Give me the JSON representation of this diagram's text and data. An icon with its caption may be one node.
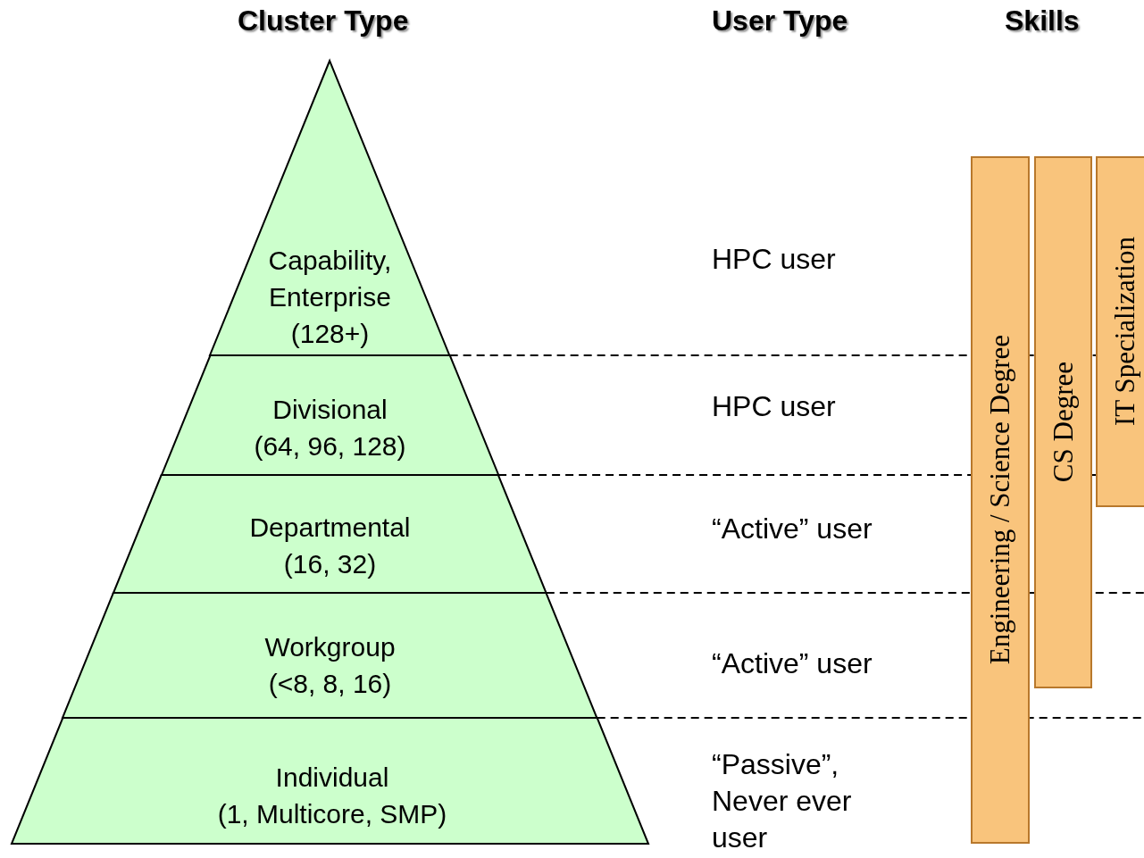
{
  "diagram": {
    "nodes": [
      {
        "text": [
          "Capability, Enterprise",
          "(128+)"
        ]
      },
      {
        "text": [
          "Divisional",
          "(64, 96, 128)"
        ]
      },
      {
        "text": [
          "Departmental",
          "(16, 32)"
        ]
      },
      {
        "text": [
          "Workgroup",
          "(<8, 8, 16)"
        ]
      },
      {
        "text": [
          "Individual",
          "(1, Multicore, SMP)"
        ]
      },
      {
        "text": [
          "Engineering / Science Degree"
        ]
      },
      {
        "text": [
          "CS Degree"
        ]
      },
      {
        "text": [
          "IT Specialization"
        ]
      }
    ],
    "labels": [
      "Cluster Type",
      "User Type",
      "Skills",
      "HPC user",
      "HPC user",
      "“Active” user",
      "“Active” user",
      "“Passive”, Never ever user"
    ]
  }
}
